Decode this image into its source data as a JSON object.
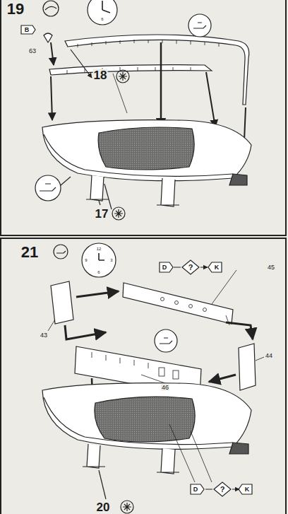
{
  "diagram": {
    "labels": [
      "19",
      "6",
      "B",
      "63",
      "18",
      "17",
      "21",
      "12",
      "3",
      "6",
      "9",
      "D",
      "?",
      "K",
      "45",
      "43",
      "44",
      "46",
      "20",
      "D",
      "?",
      "K"
    ]
  }
}
